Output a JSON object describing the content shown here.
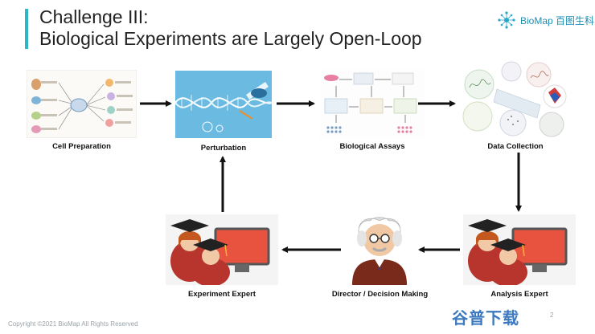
{
  "slide": {
    "title_line1": "Challenge III:",
    "title_line2": "Biological Experiments are Largely Open-Loop",
    "logo_text": "BioMap 百图生科",
    "footer": "Copyright ©2021 BioMap All Rights Reserved",
    "watermark": "谷普下载",
    "page_number": "2"
  },
  "stages": {
    "cell_preparation": "Cell Preparation",
    "perturbation": "Perturbation",
    "biological_assays": "Biological Assays",
    "data_collection": "Data Collection",
    "analysis_expert": "Analysis Expert",
    "director": "Director / Decision Making",
    "experiment_expert": "Experiment Expert"
  },
  "colors": {
    "accent": "#2bb7c6",
    "arrow": "#111111",
    "monitor_red": "#e8533f",
    "gown_red": "#b7352d",
    "dna_blue": "#4aa9d6"
  }
}
